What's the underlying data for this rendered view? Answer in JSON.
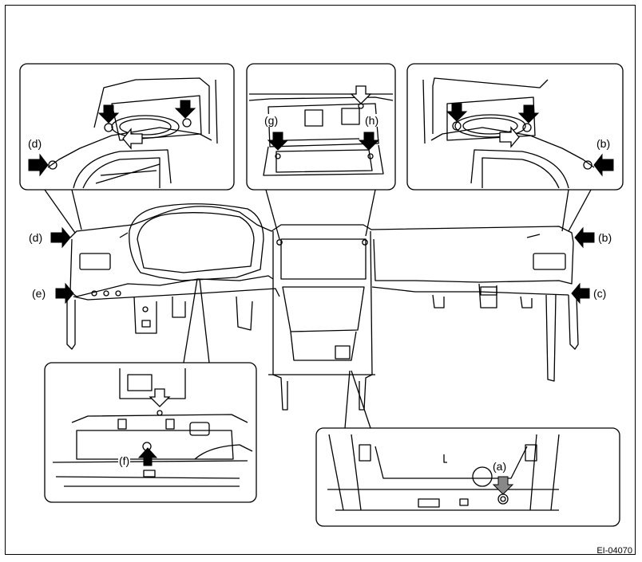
{
  "figure_id": "EI-04070",
  "callouts": {
    "a": "(a)",
    "b": "(b)",
    "c": "(c)",
    "d": "(d)",
    "e": "(e)",
    "f": "(f)",
    "g": "(g)",
    "h": "(h)"
  },
  "colors": {
    "line": "#000000",
    "arrow_fill": "#000000",
    "arrow_gray": "#888888",
    "background": "#ffffff"
  }
}
